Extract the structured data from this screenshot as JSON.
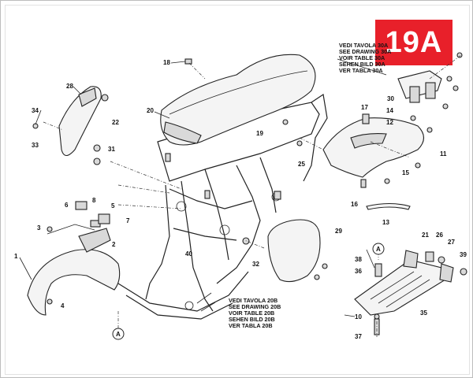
{
  "diagram": {
    "badge": "19A",
    "ref_top": [
      "VEDI TAVOLA 30A",
      "SEE DRAWING 30A",
      "VOIR TABLE 30A",
      "SEHEN BILD 30A",
      "VER TABLA 30A"
    ],
    "ref_bottom": [
      "VEDI TAVOLA 20B",
      "SEE DRAWING 20B",
      "VOIR TABLE 20B",
      "SEHEN BILD 20B",
      "VER TABLA 20B"
    ],
    "callout_a": "A",
    "callouts": [
      "1",
      "2",
      "3",
      "4",
      "5",
      "6",
      "7",
      "8",
      "10",
      "11",
      "12",
      "13",
      "14",
      "15",
      "16",
      "17",
      "18",
      "19",
      "20",
      "21",
      "22",
      "25",
      "26",
      "27",
      "28",
      "29",
      "30",
      "31",
      "32",
      "33",
      "34",
      "35",
      "36",
      "37",
      "38",
      "39",
      "40"
    ]
  }
}
